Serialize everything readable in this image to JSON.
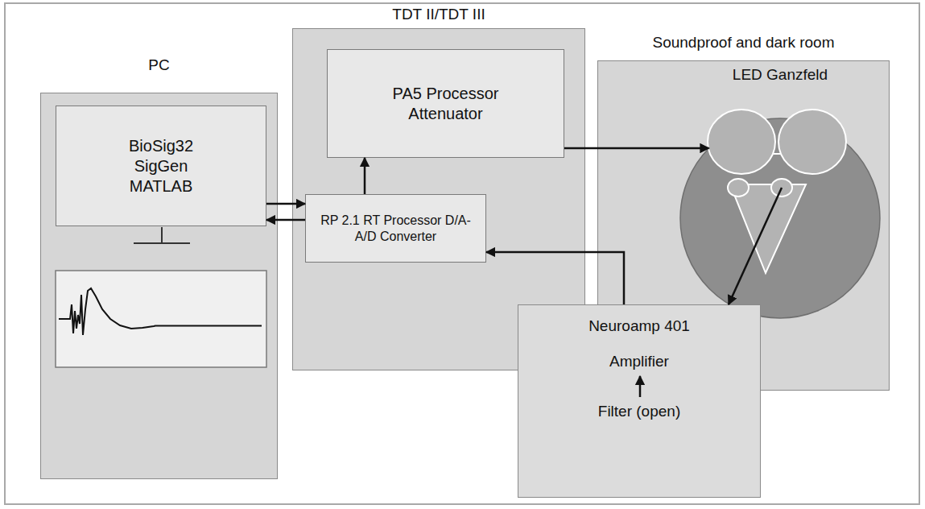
{
  "diagram": {
    "nodes": [
      {
        "text": [
          "PC"
        ]
      },
      {
        "text": [
          "BioSig32 SigGen MATLAB"
        ],
        "in": 0
      },
      {
        "text": [
          "TDT II/TDT III"
        ]
      },
      {
        "text": [
          "PA5 Processor Attenuator"
        ],
        "in": 2
      },
      {
        "text": [
          "RP 2.1 RT Processor D/A-A/D Converter"
        ],
        "in": 2
      },
      {
        "text": [
          "Soundproof and dark room"
        ]
      },
      {
        "text": [
          "LED Ganzfeld"
        ],
        "in": 5
      },
      {
        "text": [
          "Neuroamp 401",
          "Amplifier",
          "Filter (open)"
        ]
      }
    ],
    "edges": [
      {
        "from": 1,
        "to": 4,
        "arrow": "to"
      },
      {
        "from": 4,
        "to": 1,
        "arrow": "to"
      },
      {
        "from": 4,
        "to": 3,
        "arrow": "to"
      },
      {
        "from": 3,
        "to": 6,
        "arrow": "to"
      },
      {
        "from": 6,
        "to": 7,
        "arrow": "to"
      },
      {
        "from": 7,
        "to": 4,
        "arrow": "to"
      }
    ]
  }
}
